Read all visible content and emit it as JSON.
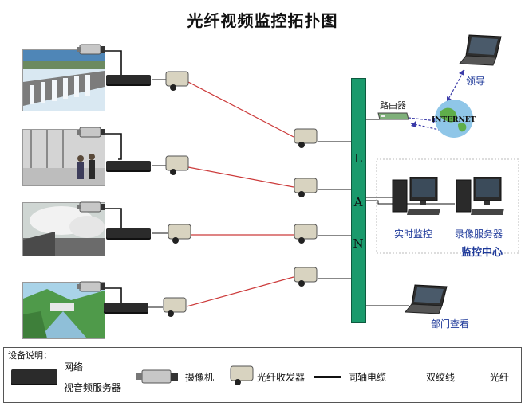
{
  "diagram": {
    "title": "光纤视频监控拓扑图",
    "lan_letters": [
      "L",
      "A",
      "N"
    ],
    "router_label": "路由器",
    "internet_label": "INTERNET",
    "leader_label": "领导",
    "realtime_label": "实时监控",
    "recorder_label": "录像服务器",
    "center_label": "监控中心",
    "dept_label": "部门查看"
  },
  "legend": {
    "heading": "设备说明：",
    "server_line1": "网络",
    "server_line2": "视音频服务器",
    "camera": "摄像机",
    "transceiver": "光纤收发器",
    "coax": "同轴电缆",
    "twisted": "双绞线",
    "fiber": "光纤"
  },
  "colors": {
    "lan_bus": "#1a9a6c",
    "fiber_line": "#cc3a3a",
    "label_blue": "#1f3a9a"
  }
}
